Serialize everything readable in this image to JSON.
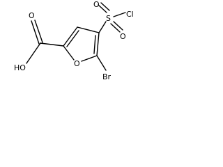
{
  "molecule": {
    "atoms": {
      "hydroxyl": "HO",
      "carbonyl_oxygen": "O",
      "ring_oxygen": "O",
      "sulfur": "S",
      "chlorine": "Cl",
      "sulfonyl_oxygen_upper": "O",
      "sulfonyl_oxygen_lower": "O",
      "bromine": "Br"
    }
  }
}
